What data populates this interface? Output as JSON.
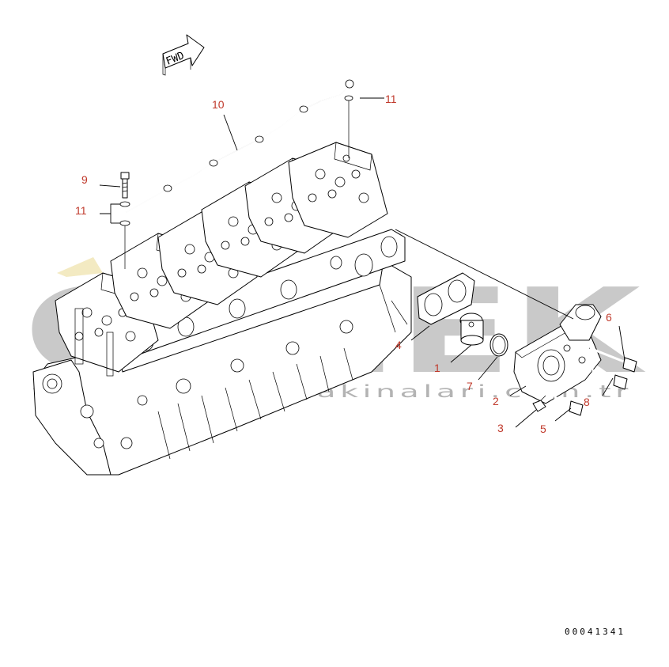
{
  "diagram": {
    "fwd_label": "FWD",
    "drawing_number": "00041341",
    "watermark": {
      "brand": "CENEK",
      "url": "www.cenekismakinalari.com.tr"
    },
    "colors": {
      "callout": "#c0392b",
      "line": "#000000",
      "watermark": "#b8b8b8",
      "watermark_accent": "#e8d58a"
    },
    "callouts": [
      {
        "id": "c10",
        "label": "10"
      },
      {
        "id": "c11a",
        "label": "11"
      },
      {
        "id": "c9",
        "label": "9"
      },
      {
        "id": "c11b",
        "label": "11"
      },
      {
        "id": "c6",
        "label": "6"
      },
      {
        "id": "c4",
        "label": "4"
      },
      {
        "id": "c1",
        "label": "1"
      },
      {
        "id": "c7",
        "label": "7"
      },
      {
        "id": "c2",
        "label": "2"
      },
      {
        "id": "c8",
        "label": "8"
      },
      {
        "id": "c3",
        "label": "3"
      },
      {
        "id": "c5",
        "label": "5"
      }
    ]
  }
}
